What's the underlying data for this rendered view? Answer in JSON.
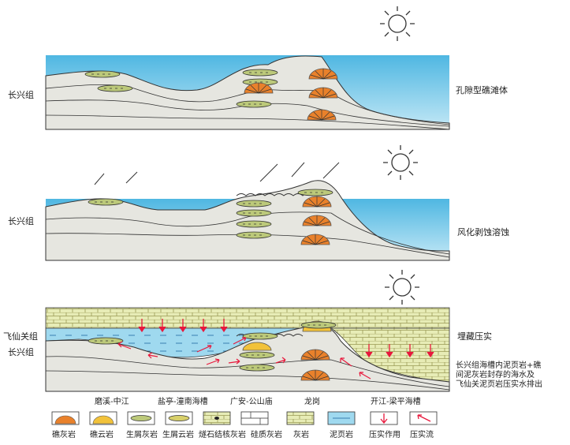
{
  "panels": [
    {
      "left_label": "长兴组",
      "right_label": "孔隙型礁滩体"
    },
    {
      "left_label": "长兴组",
      "right_label": "风化剥蚀溶蚀"
    },
    {
      "left_label_top": "飞仙关组",
      "left_label": "长兴组",
      "right_label": "埋藏压实",
      "right_note": [
        "长兴组海槽内泥页岩+礁",
        "间泥灰岩封存的海水及",
        "飞仙关泥页岩压实水排出"
      ]
    }
  ],
  "locations": [
    "磨溪-中江",
    "盐亭-潼南海槽",
    "广安-公山庙",
    "龙岗",
    "开江-梁平海槽"
  ],
  "legend": [
    {
      "label": "礁灰岩",
      "icon": "reef-limestone-icon"
    },
    {
      "label": "礁云岩",
      "icon": "reef-dolomite-icon"
    },
    {
      "label": "生屑灰岩",
      "icon": "bioclastic-limestone-icon"
    },
    {
      "label": "生屑云岩",
      "icon": "bioclastic-dolomite-icon"
    },
    {
      "label": "燧石结核灰岩",
      "icon": "chert-nodule-limestone-icon"
    },
    {
      "label": "硅质灰岩",
      "icon": "siliceous-limestone-icon"
    },
    {
      "label": "灰岩",
      "icon": "limestone-icon"
    },
    {
      "label": "泥页岩",
      "icon": "mudshale-icon"
    },
    {
      "label": "压实作用",
      "icon": "compaction-arrow-icon"
    },
    {
      "label": "压实流",
      "icon": "compaction-flow-arrow-icon"
    }
  ],
  "colors": {
    "sea": "#9fd9ef",
    "sea_top": "#5ec0e6",
    "reef_orange": "#e9812b",
    "reef_yellow": "#f2c23a",
    "lens_green": "#bcc97a",
    "cover_green": "#e7ecb6",
    "cover_brick": "#b8b86a",
    "arrow_red": "#e8183c"
  }
}
